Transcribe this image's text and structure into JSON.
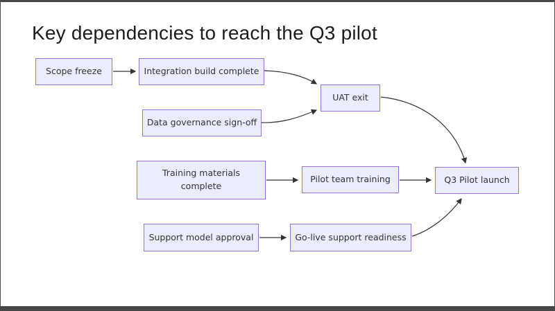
{
  "slide": {
    "title": "Key dependencies to reach the Q3 pilot"
  },
  "diagram": {
    "type": "flowchart",
    "direction": "left-to-right",
    "nodes": [
      {
        "id": "scope-freeze",
        "label": "Scope freeze"
      },
      {
        "id": "integration-build-complete",
        "label": "Integration build complete"
      },
      {
        "id": "data-governance-sign-off",
        "label": "Data governance sign-off"
      },
      {
        "id": "uat-exit",
        "label": "UAT exit"
      },
      {
        "id": "training-materials-complete",
        "label": "Training materials\ncomplete"
      },
      {
        "id": "pilot-team-training",
        "label": "Pilot team training"
      },
      {
        "id": "support-model-approval",
        "label": "Support model approval"
      },
      {
        "id": "go-live-support-readiness",
        "label": "Go-live support readiness"
      },
      {
        "id": "q3-pilot-launch",
        "label": "Q3 Pilot launch"
      }
    ],
    "edges": [
      {
        "from": "Scope freeze",
        "to": "Integration build complete"
      },
      {
        "from": "Integration build complete",
        "to": "UAT exit"
      },
      {
        "from": "Data governance sign-off",
        "to": "UAT exit"
      },
      {
        "from": "UAT exit",
        "to": "Q3 Pilot launch"
      },
      {
        "from": "Training materials complete",
        "to": "Pilot team training"
      },
      {
        "from": "Pilot team training",
        "to": "Q3 Pilot launch"
      },
      {
        "from": "Support model approval",
        "to": "Go-live support readiness"
      },
      {
        "from": "Go-live support readiness",
        "to": "Q3 Pilot launch"
      }
    ],
    "colors": {
      "node_fill": "#ECECFF",
      "node_border": "#9370DB",
      "node_text": "#333333",
      "arrow": "#333333",
      "background": "#FFFFFF",
      "frame": "#474747"
    }
  }
}
